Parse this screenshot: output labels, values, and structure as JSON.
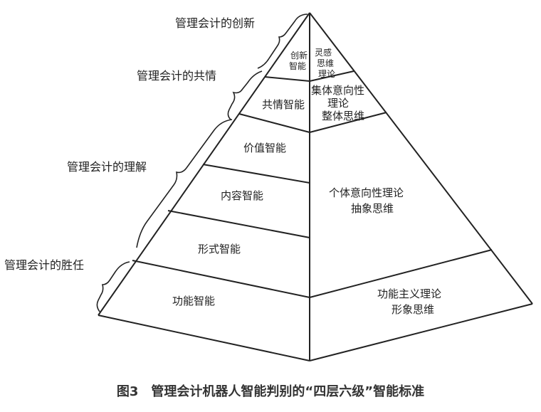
{
  "side_labels": {
    "innovation": "管理会计的创新",
    "empathy": "管理会计的共情",
    "understanding": "管理会计的理解",
    "competence": "管理会计的胜任"
  },
  "left_face": {
    "innovation_line1": "创新",
    "innovation_line2": "智能",
    "empathy": "共情智能",
    "value": "价值智能",
    "content": "内容智能",
    "form": "形式智能",
    "function": "功能智能"
  },
  "right_face": {
    "top_line1": "灵感",
    "top_line2": "思维",
    "top_line3": "理论",
    "collective_line1": "集体意向性",
    "collective_line2": "理论",
    "collective_line3": "整体思维",
    "individual_line1": "个体意向性理论",
    "individual_line2": "抽象思维",
    "functionalism_line1": "功能主义理论",
    "functionalism_line2": "形象思维"
  },
  "caption": "图3　管理会计机器人智能判别的“四层六级”智能标准"
}
